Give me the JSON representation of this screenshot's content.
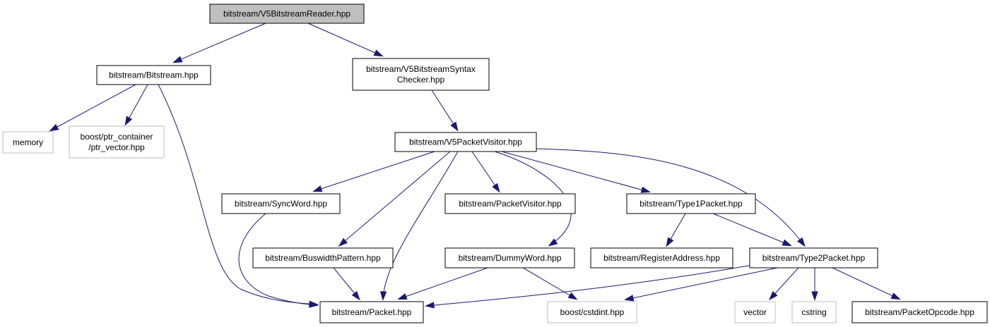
{
  "graph": {
    "nodes": [
      {
        "id": "root",
        "lines": [
          "bitstream/V5BitstreamReader.hpp"
        ],
        "kind": "root"
      },
      {
        "id": "bitstream",
        "lines": [
          "bitstream/Bitstream.hpp"
        ],
        "kind": "local"
      },
      {
        "id": "syntax",
        "lines": [
          "bitstream/V5BitstreamSyntax",
          "Checker.hpp"
        ],
        "kind": "local"
      },
      {
        "id": "memory",
        "lines": [
          "memory"
        ],
        "kind": "external"
      },
      {
        "id": "ptrvector",
        "lines": [
          "boost/ptr_container",
          "/ptr_vector.hpp"
        ],
        "kind": "external"
      },
      {
        "id": "visitor",
        "lines": [
          "bitstream/V5PacketVisitor.hpp"
        ],
        "kind": "local"
      },
      {
        "id": "syncword",
        "lines": [
          "bitstream/SyncWord.hpp"
        ],
        "kind": "local"
      },
      {
        "id": "packetvisitor",
        "lines": [
          "bitstream/PacketVisitor.hpp"
        ],
        "kind": "local"
      },
      {
        "id": "type1",
        "lines": [
          "bitstream/Type1Packet.hpp"
        ],
        "kind": "local"
      },
      {
        "id": "buswidth",
        "lines": [
          "bitstream/BuswidthPattern.hpp"
        ],
        "kind": "local"
      },
      {
        "id": "dummy",
        "lines": [
          "bitstream/DummyWord.hpp"
        ],
        "kind": "local"
      },
      {
        "id": "regaddr",
        "lines": [
          "bitstream/RegisterAddress.hpp"
        ],
        "kind": "local"
      },
      {
        "id": "type2",
        "lines": [
          "bitstream/Type2Packet.hpp"
        ],
        "kind": "local"
      },
      {
        "id": "packet",
        "lines": [
          "bitstream/Packet.hpp"
        ],
        "kind": "local"
      },
      {
        "id": "cstdint",
        "lines": [
          "boost/cstdint.hpp"
        ],
        "kind": "external"
      },
      {
        "id": "vector",
        "lines": [
          "vector"
        ],
        "kind": "external"
      },
      {
        "id": "cstring",
        "lines": [
          "cstring"
        ],
        "kind": "external"
      },
      {
        "id": "opcode",
        "lines": [
          "bitstream/PacketOpcode.hpp"
        ],
        "kind": "local"
      }
    ],
    "edges": [
      {
        "from": "root",
        "to": "bitstream"
      },
      {
        "from": "root",
        "to": "syntax"
      },
      {
        "from": "bitstream",
        "to": "memory"
      },
      {
        "from": "bitstream",
        "to": "ptrvector"
      },
      {
        "from": "bitstream",
        "to": "packet"
      },
      {
        "from": "syntax",
        "to": "visitor"
      },
      {
        "from": "visitor",
        "to": "syncword"
      },
      {
        "from": "visitor",
        "to": "buswidth"
      },
      {
        "from": "visitor",
        "to": "packet"
      },
      {
        "from": "visitor",
        "to": "packetvisitor"
      },
      {
        "from": "visitor",
        "to": "dummy"
      },
      {
        "from": "visitor",
        "to": "type1"
      },
      {
        "from": "visitor",
        "to": "type2"
      },
      {
        "from": "syncword",
        "to": "packet"
      },
      {
        "from": "buswidth",
        "to": "packet"
      },
      {
        "from": "dummy",
        "to": "packet"
      },
      {
        "from": "dummy",
        "to": "cstdint"
      },
      {
        "from": "type1",
        "to": "regaddr"
      },
      {
        "from": "type1",
        "to": "type2"
      },
      {
        "from": "type2",
        "to": "packet"
      },
      {
        "from": "type2",
        "to": "cstdint"
      },
      {
        "from": "type2",
        "to": "vector"
      },
      {
        "from": "type2",
        "to": "cstring"
      },
      {
        "from": "type2",
        "to": "opcode"
      }
    ]
  },
  "colors": {
    "edge": "#191970",
    "root_fill": "#bfbfbf",
    "external_border": "#bfbfbf",
    "local_border": "#000000"
  }
}
